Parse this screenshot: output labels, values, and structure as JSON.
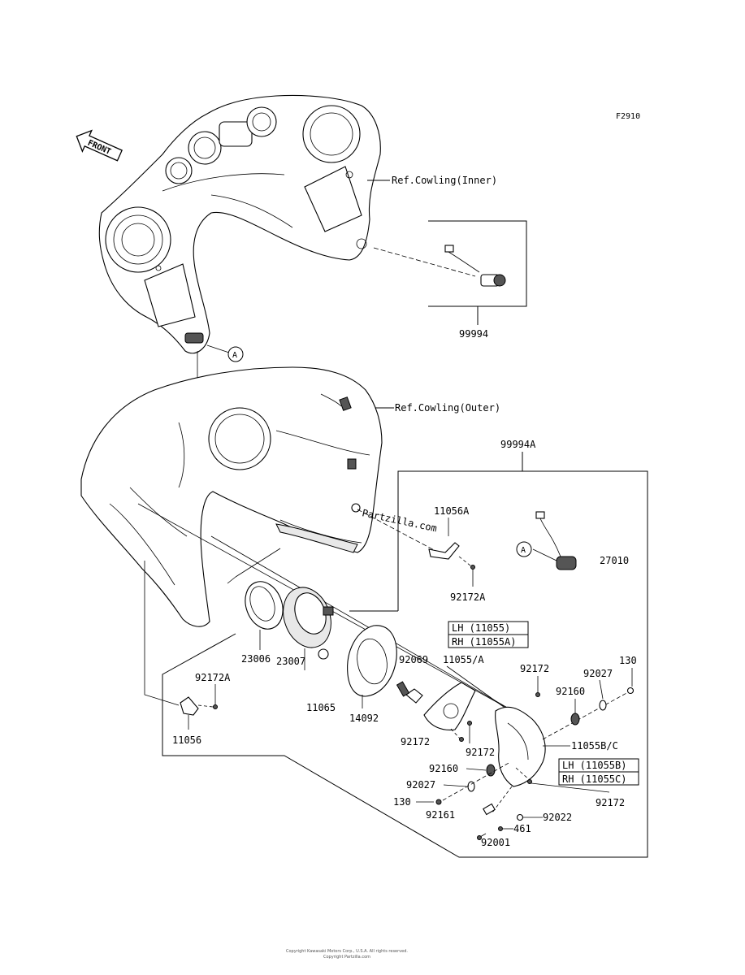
{
  "figure_code": "F2910",
  "front_label": "FRONT",
  "refs": {
    "cowling_inner": "Ref.Cowling(Inner)",
    "cowling_outer": "Ref.Cowling(Outer)"
  },
  "callout_marker": "A",
  "watermark": "Partzilla.com",
  "parts": {
    "p99994": "99994",
    "p99994A": "99994A",
    "p11056A": "11056A",
    "p27010": "27010",
    "p92172A_top": "92172A",
    "p92172A_left": "92172A",
    "p11056": "11056",
    "p23006": "23006",
    "p23007": "23007",
    "p11065": "11065",
    "p14092": "14092",
    "p92069": "92069",
    "p11055A": "11055/A",
    "p92172_a": "92172",
    "p92027_a": "92027",
    "p130_a": "130",
    "p92160_a": "92160",
    "p11055BC": "11055B/C",
    "p92172_b": "92172",
    "p92172_c": "92172",
    "p92160_b": "92160",
    "p92027_b": "92027",
    "p130_b": "130",
    "p92161": "92161",
    "p92172_d": "92172",
    "p92022": "92022",
    "p461": "461",
    "p92001": "92001"
  },
  "variants_11055": {
    "lh": "LH (11055)",
    "rh": "RH (11055A)"
  },
  "variants_11055b": {
    "lh": "LH (11055B)",
    "rh": "RH (11055C)"
  },
  "footer": {
    "line1": "Copyright Kawasaki Motors Corp., U.S.A. All rights reserved.",
    "line2": "Copyright Partzilla.com"
  }
}
